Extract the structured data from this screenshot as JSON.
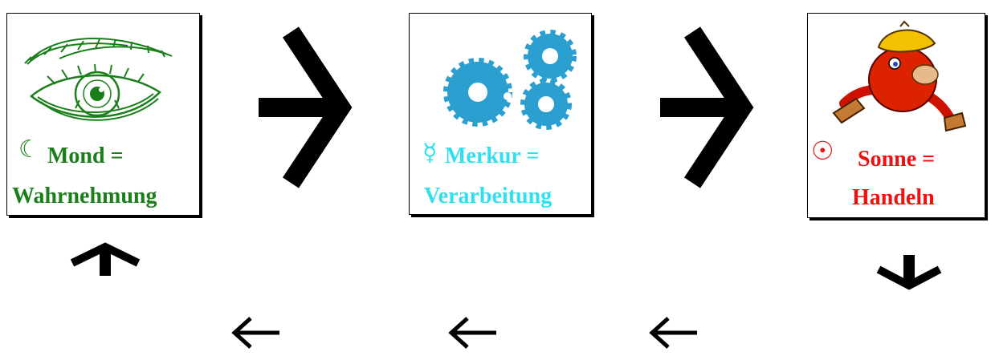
{
  "stages": [
    {
      "symbol": "☾",
      "title": "Mond =",
      "subtitle": "Wahrnehmung",
      "color": "#1a7f1a",
      "icon": "eye-icon"
    },
    {
      "symbol": "☿",
      "title": "Merkur =",
      "subtitle": "Verarbeitung",
      "color": "#2fe0ee",
      "icon": "gears-icon"
    },
    {
      "symbol": "☉",
      "title": "Sonne =",
      "subtitle": "Handeln",
      "color": "#ee1111",
      "icon": "running-figure-icon"
    }
  ],
  "arrows": {
    "forward": [
      "arrow-right-icon",
      "arrow-right-icon"
    ],
    "up": "arrow-up-icon",
    "down": "arrow-down-icon",
    "back": [
      "arrow-left-icon",
      "arrow-left-icon",
      "arrow-left-icon"
    ]
  },
  "colors": {
    "arrow": "#000000",
    "gear": "#2a9fd0"
  }
}
